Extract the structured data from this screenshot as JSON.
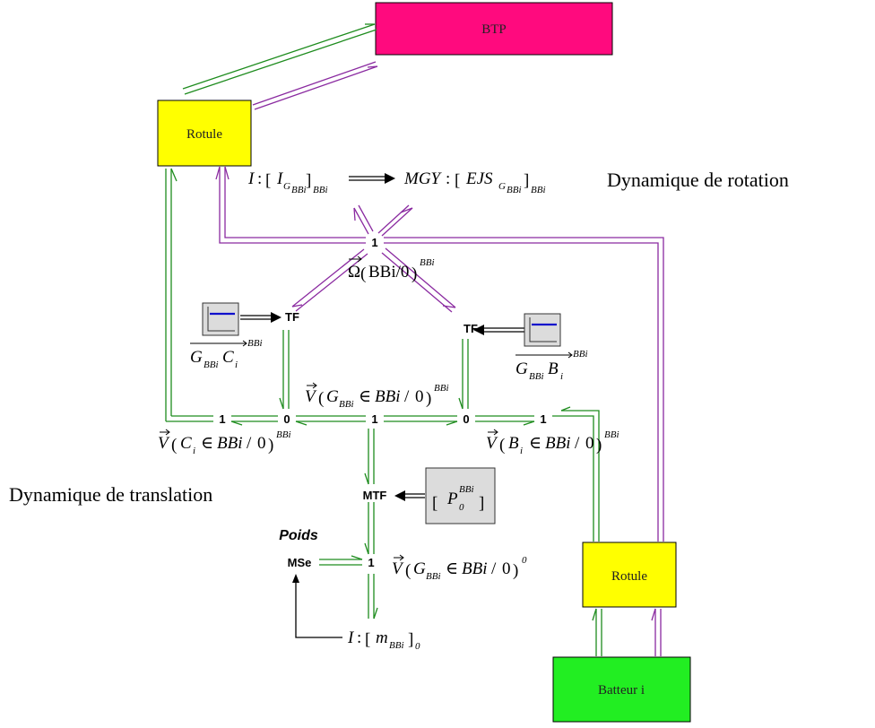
{
  "blocks": {
    "btp": "BTP",
    "rotule_top": "Rotule",
    "rotule_bottom": "Rotule",
    "batteur": "Batteur i"
  },
  "sections": {
    "rotation": "Dynamique de rotation",
    "translation": "Dynamique de translation"
  },
  "nodes": {
    "junction_1": "1",
    "junction_0": "0",
    "tf": "TF",
    "mtf": "MTF",
    "mse": "MSe"
  },
  "labels": {
    "poids": "Poids",
    "inertia_rot": "I : [ I_G_BBi ]_BBi",
    "mgy": "MGY : [ EJS_G_BBi ]_BBi",
    "omega": "Ω(BBi/0)^BBi",
    "gbbi_ci": "G_BBi C_i ^BBi",
    "gbbi_bi": "G_BBi B_i ^BBi",
    "v_g": "V(G_BBi ∈ BBi/0)^BBi",
    "v_c": "V(C_i ∈ BBi/0)^BBi",
    "v_b": "V(B_i ∈ BBi/0)^BBi",
    "p0": "[ P_0^BBi ]",
    "v_g0": "V(G_BBi ∈ BBi/0)^0",
    "mass": "I : [ m_BBi ]_0"
  },
  "colors": {
    "btp": "#ff0a7e",
    "rotule": "#ffff00",
    "batteur": "#22ee22",
    "translation_bonds": "#1e8c1e",
    "rotation_bonds": "#8a2aa0",
    "tf_icon_fill": "#dcdcdc",
    "tf_icon_line": "#1010cc"
  }
}
